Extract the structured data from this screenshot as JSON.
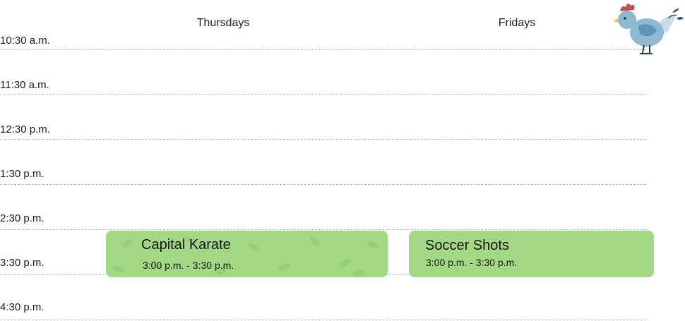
{
  "schedule": {
    "days": [
      {
        "label": "Thursdays"
      },
      {
        "label": "Fridays"
      }
    ],
    "times": [
      {
        "label": "10:30 a.m."
      },
      {
        "label": "11:30 a.m."
      },
      {
        "label": "12:30 p.m."
      },
      {
        "label": "1:30 p.m."
      },
      {
        "label": "2:30 p.m."
      },
      {
        "label": "3:30 p.m."
      },
      {
        "label": "4:30 p.m."
      }
    ],
    "events": [
      {
        "title": "Capital Karate",
        "time": "3:00 p.m. - 3:30 p.m.",
        "day": "Thursdays"
      },
      {
        "title": "Soccer Shots",
        "time": "3:00 p.m. - 3:30 p.m.",
        "day": "Fridays"
      }
    ]
  },
  "colors": {
    "event_green": "#a3d884",
    "grid_line": "#b9b9b9"
  },
  "icons": {
    "mascot": "bird-mascot-icon"
  }
}
